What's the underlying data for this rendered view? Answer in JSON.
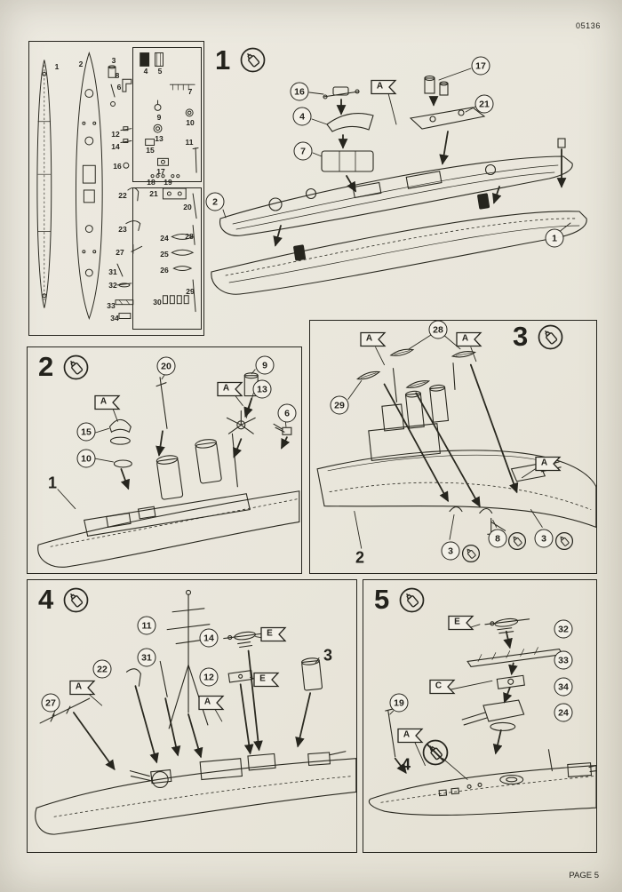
{
  "colors": {
    "paper": "#e9e6db",
    "ink": "#26251e"
  },
  "page": {
    "kit_number": "05136",
    "page_label": "PAGE 5"
  },
  "parts_panel": {
    "labels": [
      "1",
      "2",
      "3",
      "4",
      "5",
      "6",
      "7",
      "8",
      "9",
      "10",
      "11",
      "12",
      "13",
      "14",
      "15",
      "16",
      "17",
      "18",
      "19",
      "20",
      "21",
      "22",
      "23",
      "24",
      "25",
      "26",
      "27",
      "28",
      "29",
      "30",
      "31",
      "32",
      "33",
      "34"
    ]
  },
  "steps": [
    {
      "number": "1",
      "callouts": [
        "16",
        "17",
        "4",
        "21",
        "7",
        "2",
        "1"
      ],
      "flags": [
        "A"
      ]
    },
    {
      "number": "2",
      "callouts": [
        "20",
        "9",
        "13",
        "6",
        "15",
        "10"
      ],
      "flags": [
        "A",
        "A"
      ],
      "ref": "1"
    },
    {
      "number": "3",
      "callouts": [
        "28",
        "29",
        "3",
        "8",
        "3"
      ],
      "flags": [
        "A",
        "A",
        "A"
      ],
      "ref": "2"
    },
    {
      "number": "4",
      "callouts": [
        "11",
        "14",
        "22",
        "31",
        "12",
        "27"
      ],
      "flags": [
        "E",
        "E",
        "A",
        "A"
      ],
      "ref": "3"
    },
    {
      "number": "5",
      "callouts": [
        "32",
        "33",
        "34",
        "24",
        "19"
      ],
      "flags": [
        "E",
        "C",
        "A"
      ],
      "ref": "4"
    }
  ]
}
